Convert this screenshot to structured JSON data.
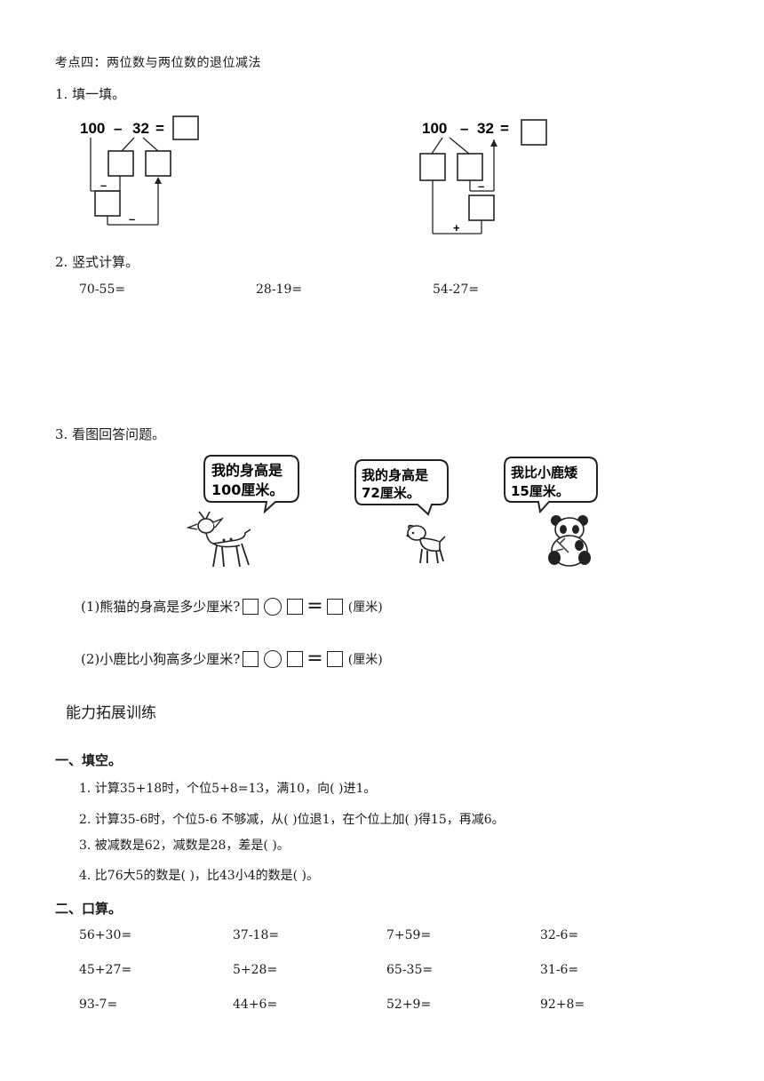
{
  "title": "考点四：两位数与两位数的退位减法",
  "q1": {
    "label": "1.  填一填。",
    "diagram_left": {
      "a": "100",
      "minus": "–",
      "b": "32",
      "eq": "=",
      "op1": "–",
      "op2": "–"
    },
    "diagram_right": {
      "a": "100",
      "minus": "–",
      "b": "32",
      "eq": "=",
      "op1": "–",
      "op2": "+"
    }
  },
  "q2": {
    "label": "2.  竖式计算。",
    "items": [
      "70-55=",
      "28-19=",
      "54-27="
    ]
  },
  "q3": {
    "label": "3.  看图回答问题。",
    "bubbles": [
      {
        "line1": "我的身高是",
        "line2": "100厘米。"
      },
      {
        "line1": "我的身高是",
        "line2": "72厘米。"
      },
      {
        "line1": "我比小鹿矮",
        "line2": "15厘米。"
      }
    ],
    "sub1": "(1)熊猫的身高是多少厘米?",
    "sub2": "(2)小鹿比小狗高多少厘米?",
    "unit": "(厘米)",
    "eq_sign": "="
  },
  "section": "能力拓展训练",
  "part1": {
    "heading": "一、填空。",
    "items": [
      "1.  计算35+18时，个位5+8=13，满10，向(     )进1。",
      "2.  计算35-6时，个位5-6  不够减，从(     )位退1，在个位上加(     )得15，再减6。",
      "3.  被减数是62，减数是28，差是(     )。",
      "4.  比76大5的数是(     )，比43小4的数是(     )。"
    ]
  },
  "part2": {
    "heading": "二、口算。",
    "rows": [
      [
        "56+30=",
        "37-18=",
        "7+59=",
        "32-6="
      ],
      [
        "45+27=",
        "5+28=",
        "65-35=",
        "31-6="
      ],
      [
        "93-7=",
        "44+6=",
        "52+9=",
        "92+8="
      ]
    ]
  }
}
